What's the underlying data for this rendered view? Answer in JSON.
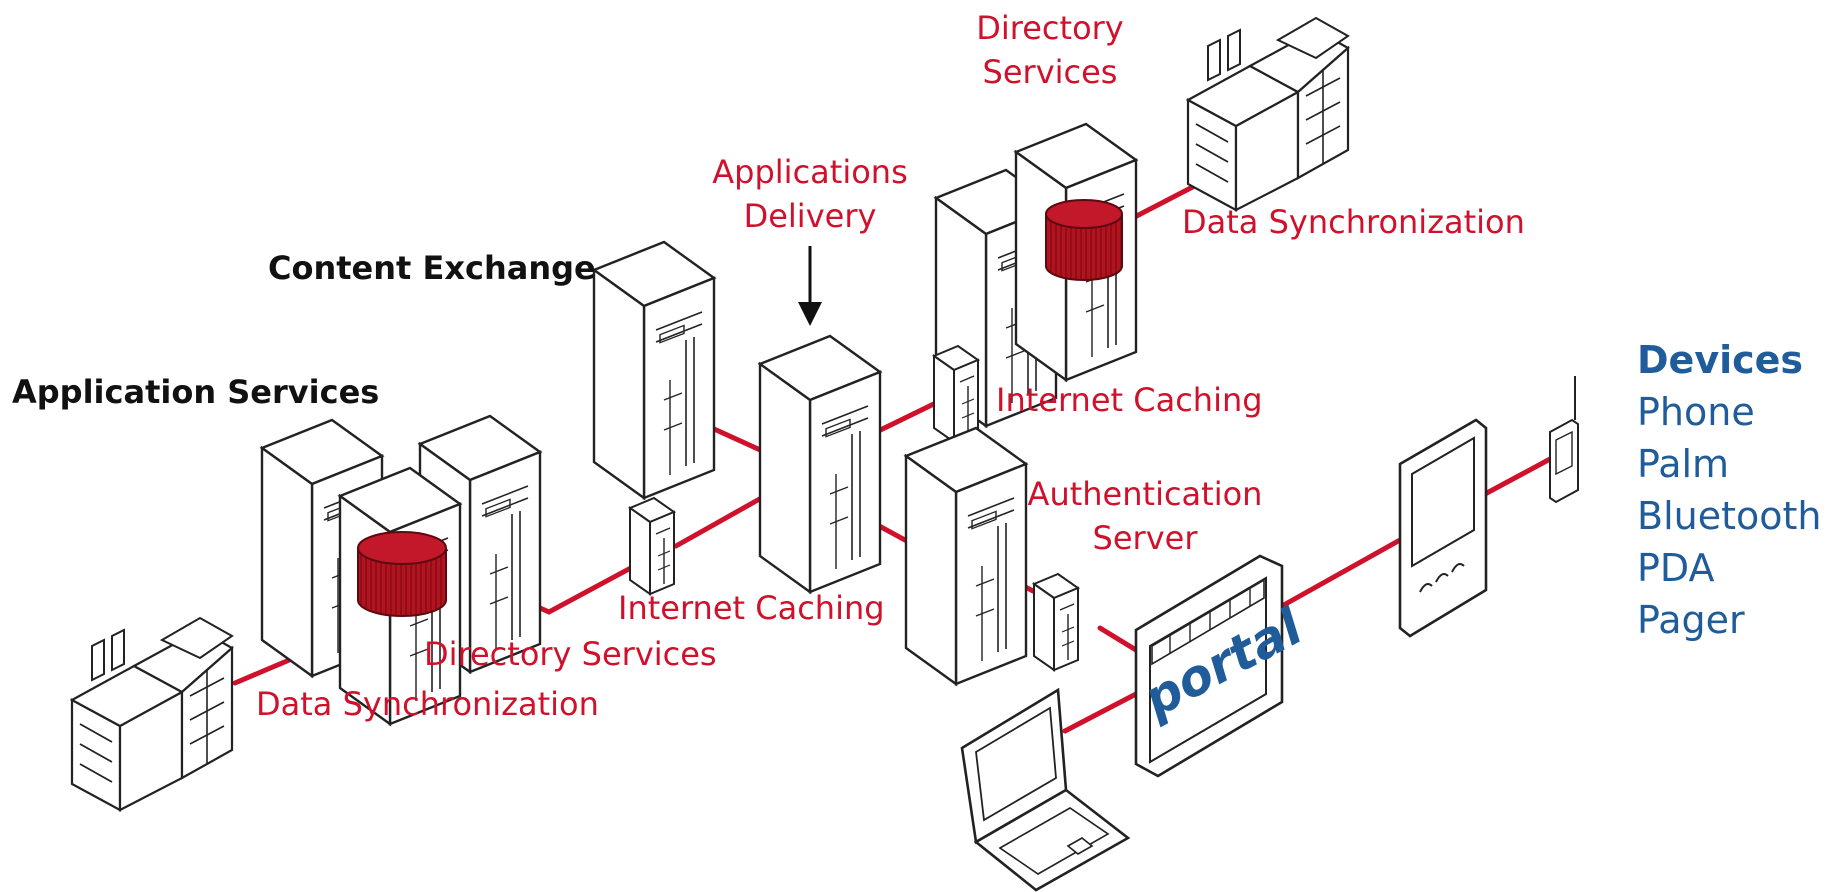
{
  "labels": {
    "directory_services_top": "Directory Services",
    "applications_delivery": "Applications Delivery",
    "data_sync_top": "Data Synchronization",
    "content_exchange": "Content Exchange",
    "internet_caching_right": "Internet Caching",
    "authentication_server": "Authentication Server",
    "application_services": "Application Services",
    "internet_caching_left": "Internet Caching",
    "directory_services_bottom": "Directory Services",
    "data_sync_bottom": "Data Synchronization",
    "portal": "portal"
  },
  "devices": {
    "heading": "Devices",
    "items": [
      "Phone",
      "Palm",
      "Bluetooth",
      "PDA",
      "Pager"
    ]
  },
  "colors": {
    "link": "#d0112b",
    "label_red": "#d0112b",
    "devices_blue": "#1f5c99",
    "database_red": "#b3121f"
  }
}
